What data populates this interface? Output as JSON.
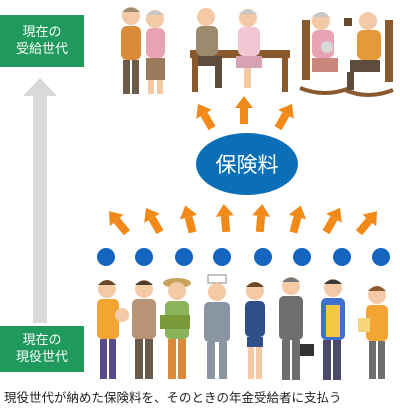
{
  "labels": {
    "recipients": [
      "現在の",
      "受給世代"
    ],
    "workers": [
      "現在の",
      "現役世代"
    ]
  },
  "pool": {
    "label": "保険料"
  },
  "caption": "現役世代が納めた保険料を、そのときの年金受給者に支払う",
  "colors": {
    "label_green": "#1f9a5c",
    "pool_blue": "#0b6fb8",
    "dot_blue": "#1565c0",
    "arrow_orange": "#f28a1a",
    "vertical_arrow_gray": "#d9d9d9"
  },
  "counts": {
    "contribution_dots": 8
  }
}
